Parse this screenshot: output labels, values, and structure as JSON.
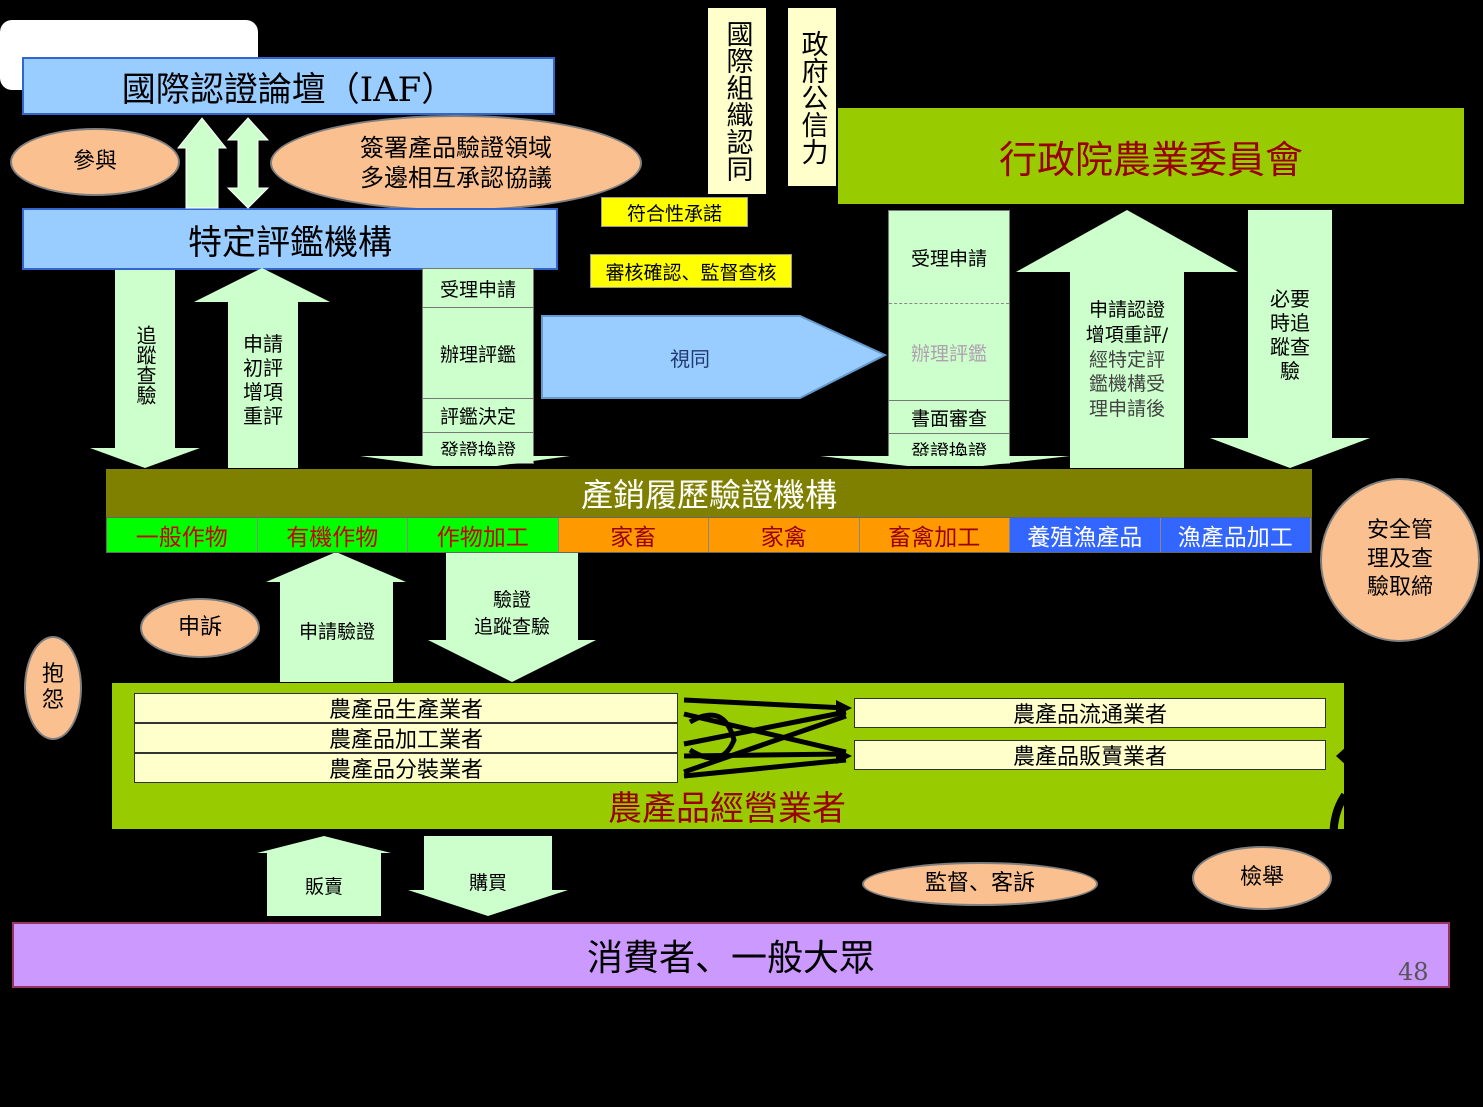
{
  "colors": {
    "light_blue": "#99ccff",
    "pale_green": "#ccffcc",
    "lime": "#99cc00",
    "olive": "#808000",
    "orange_ellipse": "#fac090",
    "yellow": "#ffff00",
    "pale_yellow": "#ffffcc",
    "purple": "#cc99ff",
    "dark_red": "#990000"
  },
  "iaf": {
    "title": "國際認證論壇（IAF）"
  },
  "participate": "參與",
  "mra": {
    "line1": "簽署產品驗證領域",
    "line2": "多邊相互承認協議"
  },
  "intl_recognition": "國際組織認同",
  "gov_credibility": "政府公信力",
  "coa": {
    "title": "行政院農業委員會"
  },
  "cab": {
    "title": "特定評鑑機構"
  },
  "conformity": "符合性承諾",
  "review_supervise": "審核確認、監督查核",
  "track_inspect": "追蹤查驗",
  "apply_initial": "申請初評增項重評",
  "cab_steps": [
    "受理申請",
    "辦理評鑑",
    "評鑑決定",
    "發證換證"
  ],
  "regarded_same": "視同",
  "coa_steps": [
    "受理申請",
    "辦理評鑑",
    "書面審查",
    "發證換證"
  ],
  "apply_accreditation": {
    "top": "申請認證增項重評/",
    "bottom": "經特定評鑑機構受理申請後"
  },
  "track_when_needed": "必要時追蹤查驗",
  "cert_body": {
    "title": "產銷履歷驗證機構"
  },
  "categories": [
    {
      "label": "一般作物",
      "bg": "#00ff00",
      "fg": "#cc0000"
    },
    {
      "label": "有機作物",
      "bg": "#00ff00",
      "fg": "#cc0000"
    },
    {
      "label": "作物加工",
      "bg": "#00ff00",
      "fg": "#cc0000"
    },
    {
      "label": "家畜",
      "bg": "#ff9900",
      "fg": "#990000"
    },
    {
      "label": "家禽",
      "bg": "#ff9900",
      "fg": "#990000"
    },
    {
      "label": "畜禽加工",
      "bg": "#ff9900",
      "fg": "#990000"
    },
    {
      "label": "養殖漁產品",
      "bg": "#3366ff",
      "fg": "#ffffff"
    },
    {
      "label": "漁產品加工",
      "bg": "#3366ff",
      "fg": "#ffffff"
    }
  ],
  "safety_mgmt": "安全管理及查驗取締",
  "appeal": "申訴",
  "apply_cert": "申請驗證",
  "cert_track": {
    "line1": "驗證",
    "line2": "追蹤查驗"
  },
  "complaint": "抱怨",
  "operators": {
    "producer": "農產品生產業者",
    "processor": "農產品加工業者",
    "packer": "農產品分裝業者",
    "distributor": "農產品流通業者",
    "seller": "農產品販賣業者",
    "title": "農產品經營業者"
  },
  "sell": "販賣",
  "buy": "購買",
  "supervise_complain": "監督、客訴",
  "report": "檢舉",
  "consumer": {
    "title": "消費者、一般大眾"
  },
  "page_number": "48"
}
